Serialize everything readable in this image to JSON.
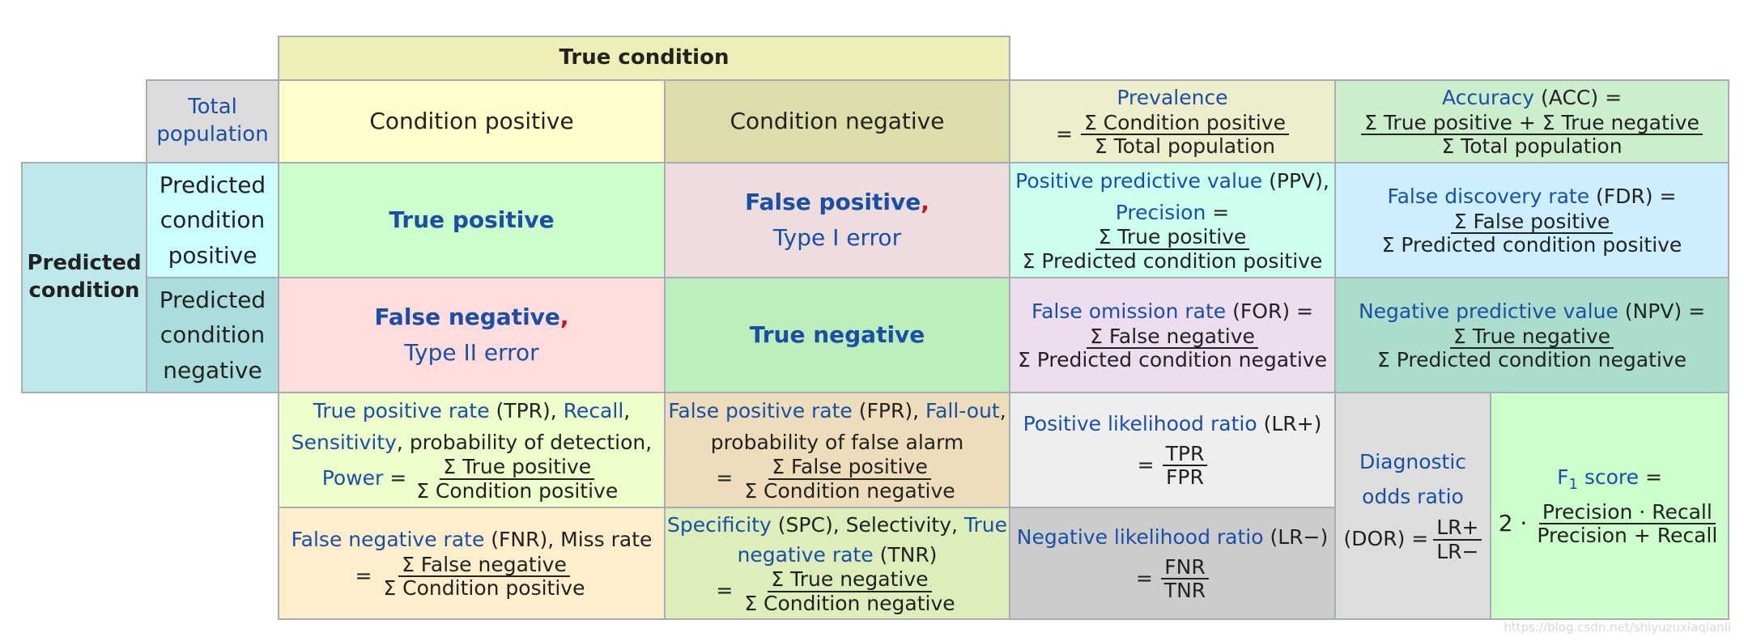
{
  "header": {
    "true_condition": "True condition",
    "predicted_condition": "Predicted condition"
  },
  "total_population": "Total population",
  "condition_positive": "Condition positive",
  "condition_negative": "Condition negative",
  "predicted_condition_positive": "Predicted condition positive",
  "predicted_condition_negative": "Predicted condition negative",
  "true_positive": "True positive",
  "false_positive": {
    "term": "False positive",
    "comma": ",",
    "type": "Type I error"
  },
  "false_negative": {
    "term": "False negative",
    "comma": ",",
    "type": "Type II error"
  },
  "true_negative": "True negative",
  "prevalence": {
    "term": "Prevalence",
    "eq": "=",
    "num": "Σ Condition positive",
    "den": "Σ Total population"
  },
  "accuracy": {
    "term": "Accuracy",
    "abbr": " (ACC) =",
    "num": "Σ True positive + Σ True negative",
    "den": "Σ Total population"
  },
  "ppv": {
    "term": "Positive predictive value",
    "abbr": " (PPV),",
    "term2": "Precision",
    "eq": " =",
    "num": "Σ True positive",
    "den": "Σ Predicted condition positive"
  },
  "fdr": {
    "term": "False discovery rate",
    "abbr": " (FDR) =",
    "num": "Σ False positive",
    "den": "Σ Predicted condition positive"
  },
  "for": {
    "term": "False omission rate",
    "abbr": " (FOR) =",
    "num": "Σ False negative",
    "den": "Σ Predicted condition negative"
  },
  "npv": {
    "term": "Negative predictive value",
    "abbr": " (NPV) =",
    "num": "Σ True negative",
    "den": "Σ Predicted condition negative"
  },
  "tpr": {
    "term": "True positive rate",
    "abbr": " (TPR), ",
    "recall": "Recall",
    "comma": ",",
    "sensitivity": "Sensitivity",
    "rest": ", probability of detection,",
    "power": "Power",
    "eq": " = ",
    "num": "Σ True positive",
    "den": "Σ Condition positive"
  },
  "fpr": {
    "term": "False positive rate",
    "abbr": " (FPR), ",
    "fallout": "Fall-out",
    "comma": ",",
    "line2": "probability of false alarm",
    "eq": "=",
    "num": "Σ False positive",
    "den": "Σ Condition negative"
  },
  "fnr": {
    "term": "False negative rate",
    "abbr": " (FNR), Miss rate",
    "eq": "=",
    "num": "Σ False negative",
    "den": "Σ Condition positive"
  },
  "spc": {
    "term": "Specificity",
    "abbr": " (SPC), Selectivity, ",
    "tnr1": "True",
    "tnr2": "negative rate",
    "abbr2": " (TNR)",
    "eq": "=",
    "num": "Σ True negative",
    "den": "Σ Condition negative"
  },
  "lr_plus": {
    "term": "Positive likelihood ratio",
    "abbr": " (LR+)",
    "eq": "=",
    "num": "TPR",
    "den": "FPR"
  },
  "lr_minus": {
    "term": "Negative likelihood ratio",
    "abbr": " (LR−)",
    "eq": "=",
    "num": "FNR",
    "den": "TNR"
  },
  "dor": {
    "term1": "Diagnostic",
    "term2": "odds ratio",
    "abbr": "(DOR) =",
    "num": "LR+",
    "den": "LR−"
  },
  "f1": {
    "f": "F",
    "sub": "1",
    "term": " score",
    "eq": " =",
    "coef": "2 ·",
    "num": "Precision · Recall",
    "den": "Precision + Recall"
  },
  "watermark": "https://blog.csdn.net/shiyuzuxiaqianli"
}
